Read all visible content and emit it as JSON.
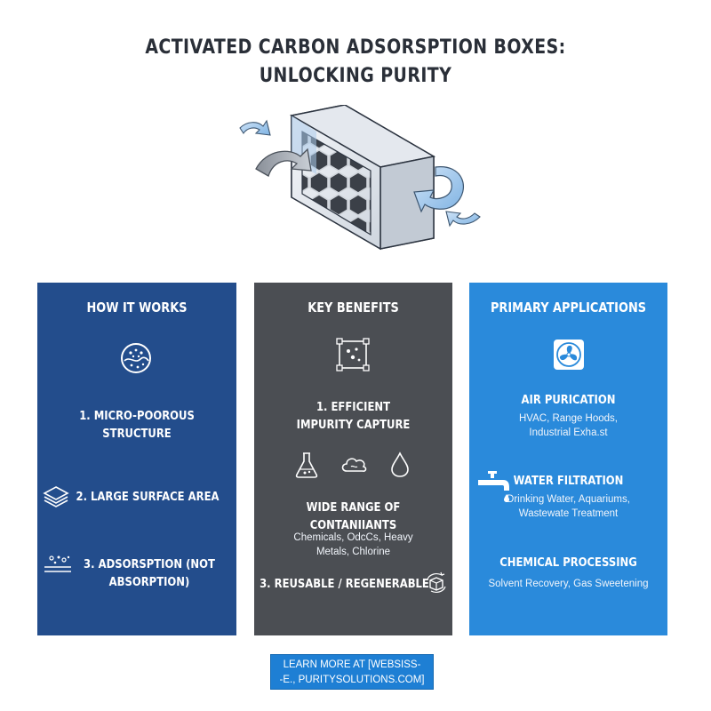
{
  "title": {
    "line1": "ACTIVATED CARBON ADSORSPTION BOXES:",
    "line2": "UNLOCKING PURITY"
  },
  "panels": {
    "how": {
      "title": "HOW IT WORKS",
      "color": "#234d8c",
      "items": [
        {
          "line1": "1. MICRO-POOROUS",
          "line2": "STRUCTURE",
          "icon": "carbon-granule-icon"
        },
        {
          "line1": "2. LARGE SURFACE AREA",
          "icon": "layers-icon"
        },
        {
          "line1": "3. ADSORSPTION (NOT",
          "line2": "ABSORPTION)",
          "icon": "particles-icon"
        }
      ]
    },
    "benefits": {
      "title": "KEY BENEFITS",
      "color": "#4b4e53",
      "items": [
        {
          "line1": "1. EFFICIENT",
          "line2": "IMPURITY CAPTURE",
          "icon": "particle-grid-icon"
        },
        {
          "line1": "WIDE RANGE OF",
          "line2": "CONTANIIANTS",
          "desc1": "Chemicals, OdcCs, Heavy",
          "desc2": "Metals, Chlorine",
          "icons": [
            "flask-icon",
            "cloud-icon",
            "drop-icon"
          ]
        },
        {
          "line1": "3. REUSABLE / REGENERABLE",
          "icon": "regenerate-box-icon"
        }
      ]
    },
    "applications": {
      "title": "PRIMARY APPLICATIONS",
      "color": "#2a8adb",
      "items": [
        {
          "title": "AIR PURICATION",
          "desc1": "HVAC, Range Hoods,",
          "desc2": "Industrial Exha.st",
          "icon": "fan-icon"
        },
        {
          "title": "WATER FILTRATION",
          "desc1": "Drinking Water, Aquariums,",
          "desc2": "Wastewate Treatment",
          "icon": "faucet-icon"
        },
        {
          "title": "CHEMICAL PROCESSING",
          "desc1": "Solvent Recovery, Gas Sweetening"
        }
      ]
    }
  },
  "cta": {
    "line1": "LEARN MORE AT [WEBSISS-",
    "line2": "-E., PURITYSOLUTIONS.COM]",
    "color": "#1e7fd4"
  }
}
